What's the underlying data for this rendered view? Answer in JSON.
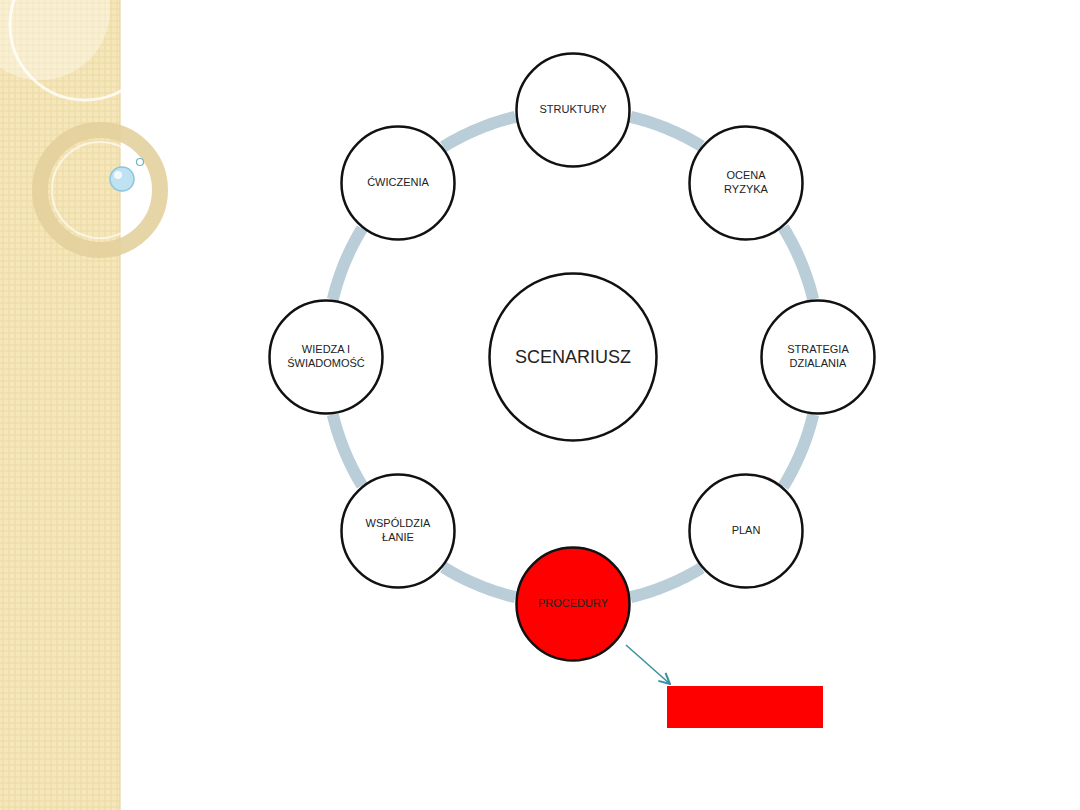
{
  "diagram": {
    "nodes": [
      {
        "text": [
          "STRUKTURY"
        ]
      },
      {
        "text": [
          "ĆWICZENIA"
        ]
      },
      {
        "text": [
          "OCENA RYZYKA"
        ]
      },
      {
        "text": [
          "WIEDZA I ŚWIADOMOŚĆ"
        ]
      },
      {
        "text": [
          "SCENARIUSZ"
        ]
      },
      {
        "text": [
          "STRATEGIA DZIALANIA"
        ]
      },
      {
        "text": [
          "WSPÓLDZIA ŁANIE"
        ]
      },
      {
        "text": [
          "PLAN"
        ]
      },
      {
        "text": [
          "PROCEDURY"
        ]
      }
    ],
    "edges": [
      {
        "from": 0,
        "to": 2,
        "arrow": "none"
      },
      {
        "from": 2,
        "to": 5,
        "arrow": "none"
      },
      {
        "from": 5,
        "to": 7,
        "arrow": "none"
      },
      {
        "from": 7,
        "to": 8,
        "arrow": "none"
      },
      {
        "from": 8,
        "to": 6,
        "arrow": "none"
      },
      {
        "from": 6,
        "to": 3,
        "arrow": "none"
      },
      {
        "from": 3,
        "to": 1,
        "arrow": "none"
      },
      {
        "from": 1,
        "to": 0,
        "arrow": "none"
      }
    ]
  }
}
